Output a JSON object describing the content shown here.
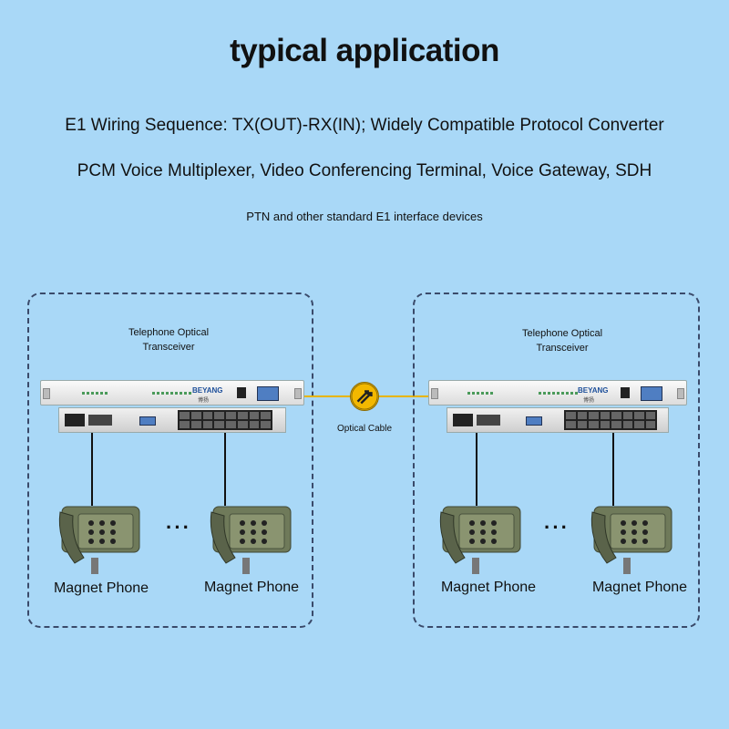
{
  "title": "typical application",
  "lines": [
    "E1 Wiring Sequence: TX(OUT)-RX(IN); Widely Compatible Protocol Converter",
    "PCM Voice Multiplexer, Video Conferencing Terminal, Voice Gateway, SDH",
    "PTN and other standard E1 interface devices"
  ],
  "left_group": {
    "device_label_1": "Telephone Optical",
    "device_label_2": "Transceiver",
    "phone_1": "Magnet Phone",
    "phone_2": "Magnet Phone",
    "dots": "···"
  },
  "right_group": {
    "device_label_1": "Telephone Optical",
    "device_label_2": "Transceiver",
    "phone_1": "Magnet Phone",
    "phone_2": "Magnet Phone",
    "dots": "···"
  },
  "brand": "BEYANG",
  "brand_sub": "博扬",
  "link_label": "Optical Cable",
  "colors": {
    "background": "#a9d8f7",
    "dashed_border": "#3a4a6a",
    "optical_link": "#e7b400",
    "phone_body": "#6f7a5a"
  },
  "icons": [
    "optical-link-icon",
    "magnet-phone-icon",
    "transceiver-device-icon"
  ]
}
